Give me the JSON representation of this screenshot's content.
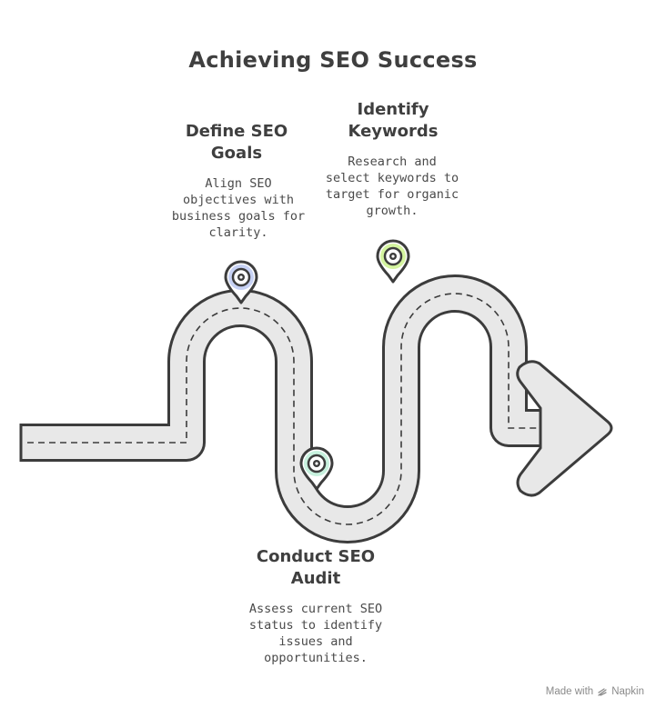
{
  "title": "Achieving SEO Success",
  "steps": [
    {
      "title": "Define SEO\nGoals",
      "description": "Align SEO\nobjectives with\nbusiness goals for\nclarity.",
      "marker_color": "#aebdf0"
    },
    {
      "title": "Conduct SEO\nAudit",
      "description": "Assess current SEO\nstatus to identify\nissues and\nopportunities.",
      "marker_color": "#b9eed6"
    },
    {
      "title": "Identify\nKeywords",
      "description": "Research and\nselect keywords to\ntarget for organic\ngrowth.",
      "marker_color": "#cdf28e"
    }
  ],
  "footer": {
    "made_with": "Made with",
    "brand": "Napkin"
  },
  "colors": {
    "road_fill": "#e8e8e8",
    "road_stroke": "#3c3c3c",
    "text": "#3f3f3f"
  }
}
